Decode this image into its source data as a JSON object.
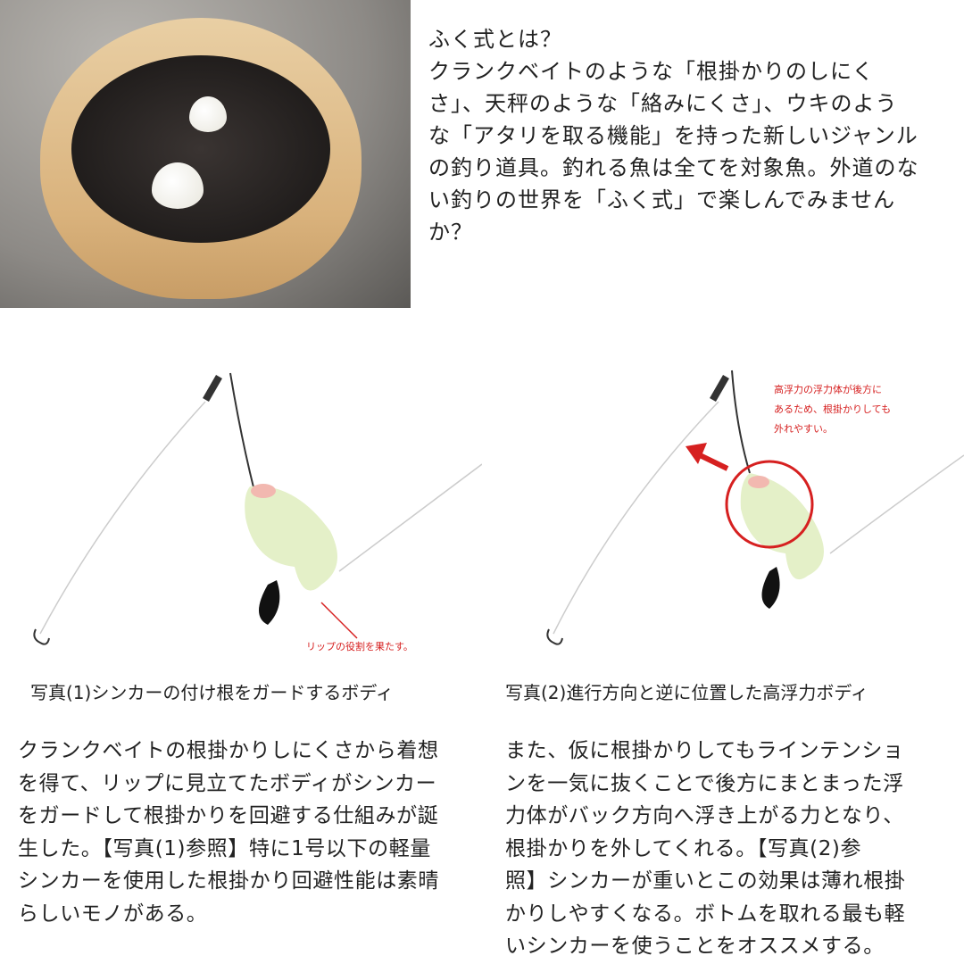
{
  "intro": {
    "lines": [
      "ふく式とは？",
      "クランクベイトのような「根掛かりのしにく",
      "さ」、天秤のような「絡みにくさ」、ウキのよう",
      "な「アタリを取る機能」を持った新しいジャンル",
      "の釣り道具。釣れる魚は全てを対象魚。外道のな",
      "い釣りの世界を「ふく式」で楽しんでみません",
      "か？"
    ]
  },
  "figure1": {
    "caption": "写真(1)シンカーの付け根をガードするボディ",
    "note": "リップの役割を果たす。"
  },
  "figure2": {
    "caption": "写真(2)進行方向と逆に位置した高浮力ボディ",
    "note_lines": [
      "高浮力の浮力体が後方に",
      "あるため、根掛かりしても",
      "外れやすい。"
    ]
  },
  "left_paragraph": {
    "lines": [
      "クランクベイトの根掛かりしにくさから着想",
      "を得て、リップに見立てたボディがシンカー",
      "をガードして根掛かりを回避する仕組みが誕",
      "生した。【写真(1)参照】特に1号以下の軽量",
      "シンカーを使用した根掛かり回避性能は素晴",
      "らしいモノがある。"
    ]
  },
  "right_paragraph": {
    "lines": [
      "また、仮に根掛かりしてもラインテンショ",
      "ンを一気に抜くことで後方にまとまった浮",
      "力体がバック方向へ浮き上がる力となり、",
      "根掛かりを外してくれる。【写真(2)参",
      "照】シンカーが重いとこの効果は薄れ根掛",
      "かりしやすくなる。ボトムを取れる最も軽",
      "いシンカーを使うことをオススメする。"
    ]
  },
  "colors": {
    "annotation": "#d62020",
    "lure_body": "#e4f0c8"
  }
}
